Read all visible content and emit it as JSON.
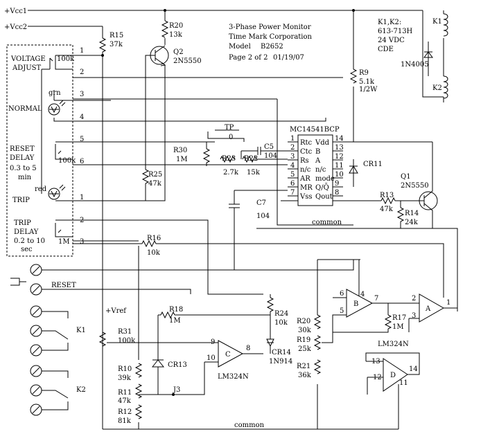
{
  "title": {
    "line1": "3-Phase Power Monitor",
    "line2": "Time Mark Corporation",
    "model_label": "Model",
    "model_value": "B2652",
    "page": "Page 2 of 2",
    "date": "01/19/07"
  },
  "rails": {
    "vcc1": "+Vcc1",
    "vcc2": "+Vcc2",
    "vref": "+Vref",
    "common": "common"
  },
  "relay_note": {
    "line1": "K1,K2:",
    "line2": "613-713H",
    "line3": "24 VDC",
    "line4": "CDE"
  },
  "panel": {
    "voltage_adjust_1": "VOLTAGE",
    "voltage_adjust_2": "ADJUST",
    "pot_100k": "100k",
    "grn": "grn",
    "normal": "NORMAL",
    "reset_delay_1": "RESET",
    "reset_delay_2": "DELAY",
    "reset_range": "0.3 to 5",
    "reset_unit": "min",
    "reset_pot": "100k",
    "red": "red",
    "trip": "TRIP",
    "trip_delay_1": "TRIP",
    "trip_delay_2": "DELAY",
    "trip_range": "0.2 to 10",
    "trip_unit": "sec",
    "trip_pot": "1M"
  },
  "pins": [
    "1",
    "2",
    "3",
    "4",
    "5",
    "6",
    "1",
    "2",
    "3"
  ],
  "components": {
    "r15": "R15",
    "r15v": "37k",
    "r20": "R20",
    "r20v": "13k",
    "q2": "Q2",
    "q2v": "2N5550",
    "r25": "R25",
    "r25v": "47k",
    "r9": "R9",
    "r9v": "5.1k",
    "r9p": "1/2W",
    "d1": "1N4005",
    "k1": "K1",
    "k2": "K2",
    "tp": "TP",
    "tpv": "0",
    "r30": "R30",
    "r30v": "1M",
    "r23": "R23",
    "r23v": "2.7k",
    "r22": "R22",
    "r22v": "15k",
    "c5": "C5",
    "c5v": "104",
    "c7": "C7",
    "c7v": "104",
    "cr11": "CR11",
    "q1": "Q1",
    "q1v": "2N5550",
    "r13": "R13",
    "r13v": "47k",
    "r14": "R14",
    "r14v": "24k",
    "r16": "R16",
    "r16v": "10k",
    "reset": "RESET",
    "r18": "R18",
    "r18v": "1M",
    "r24": "R24",
    "r24v": "10k",
    "r31": "R31",
    "r31v": "100k",
    "cr13": "CR13",
    "r10": "R10",
    "r10v": "39k",
    "r11": "R11",
    "r11v": "47k",
    "r12": "R12",
    "r12v": "81k",
    "j3": "J3",
    "cr14": "CR14",
    "cr14v": "1N914",
    "r20b": "R20",
    "r20bv": "30k",
    "r19": "R19",
    "r19v": "25k",
    "r21": "R21",
    "r21v": "36k",
    "r17": "R17",
    "r17v": "1M",
    "lm1": "LM324N",
    "lm2": "LM324N"
  },
  "ic": {
    "name": "MC14541BCP",
    "left": [
      {
        "sig": "Rtc",
        "pin": "1"
      },
      {
        "sig": "Ctc",
        "pin": "2"
      },
      {
        "sig": "Rs",
        "pin": "3"
      },
      {
        "sig": "n/c",
        "pin": "4"
      },
      {
        "sig": "AR",
        "pin": "5"
      },
      {
        "sig": "MR",
        "pin": "6"
      },
      {
        "sig": "Vss",
        "pin": "7"
      }
    ],
    "right": [
      {
        "sig": "Vdd",
        "pin": "14"
      },
      {
        "sig": "B",
        "pin": "13"
      },
      {
        "sig": "A",
        "pin": "12"
      },
      {
        "sig": "n/c",
        "pin": "11"
      },
      {
        "sig": "mode",
        "pin": "10"
      },
      {
        "sig": "Q/Q̄",
        "pin": "9"
      },
      {
        "sig": "Qout",
        "pin": "8"
      }
    ]
  },
  "opamps": {
    "a": {
      "name": "A",
      "in_minus": "2",
      "in_plus": "3",
      "out": "1"
    },
    "b": {
      "name": "B",
      "in_minus": "6",
      "in_plus": "5",
      "out": "7",
      "vcc": "4"
    },
    "c": {
      "name": "C",
      "in_minus": "9",
      "in_plus": "10",
      "out": "8"
    },
    "d": {
      "name": "D",
      "in_minus": "13",
      "in_plus": "12",
      "out": "14",
      "gnd": "11"
    }
  }
}
